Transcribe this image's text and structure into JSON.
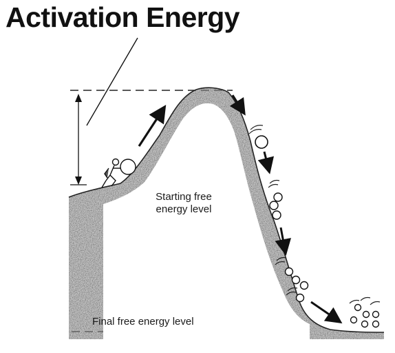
{
  "title": "Activation Energy",
  "labels": {
    "starting_line1": "Starting free",
    "starting_line2": "energy level",
    "final": "Final free energy level"
  },
  "colors": {
    "ink": "#1a1a1a",
    "hill_shade": "#8c8c8c",
    "background": "#ffffff"
  },
  "icons": {
    "figure": "person-pushing-boulder-icon",
    "boulder": "boulder-icon",
    "fragments": "rock-fragment-icon"
  }
}
